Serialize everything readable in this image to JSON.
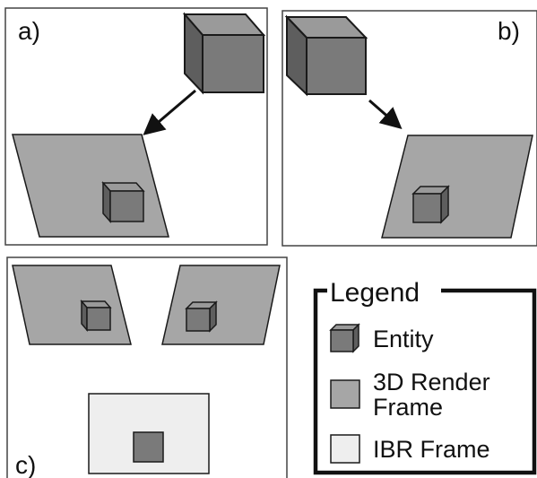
{
  "panels": {
    "a": {
      "label": "a)"
    },
    "b": {
      "label": "b)"
    },
    "c": {
      "label": "c)"
    }
  },
  "legend": {
    "title": "Legend",
    "items": [
      {
        "icon": "entity-cube-icon",
        "text": "Entity"
      },
      {
        "icon": "render-frame-swatch-icon",
        "text_lines": [
          "3D Render",
          "Frame"
        ]
      },
      {
        "icon": "ibr-frame-swatch-icon",
        "text": "IBR Frame"
      }
    ]
  },
  "colors": {
    "cube_front": "#7a7a7a",
    "cube_top": "#9a9a9a",
    "cube_side": "#5e5e5e",
    "render_frame": "#a6a6a6",
    "ibr_frame": "#eeeeee",
    "stroke": "#1a1a1a"
  }
}
